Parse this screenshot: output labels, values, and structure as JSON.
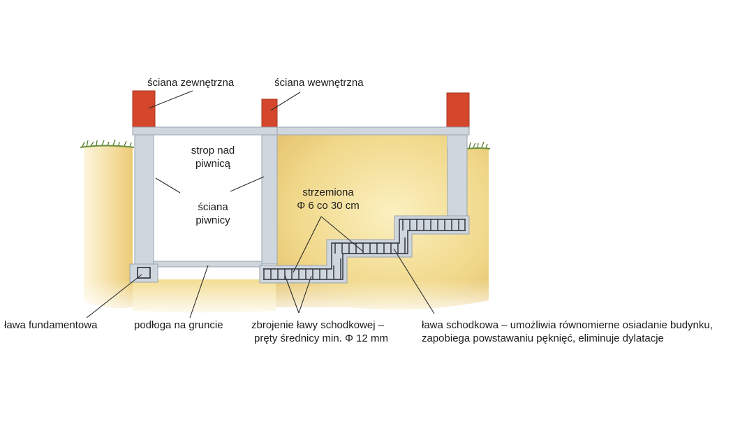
{
  "labels": {
    "wall_outer": "ściana zewnętrzna",
    "wall_inner": "ściana wewnętrzna",
    "ceiling_line1": "strop nad",
    "ceiling_line2": "piwnicą",
    "basement_wall_line1": "ściana",
    "basement_wall_line2": "piwnicy",
    "stirrups_line1": "strzemiona",
    "stirrups_line2": "Φ 6 co 30 cm",
    "footing": "ława fundamentowa",
    "floor": "podłoga na gruncie",
    "reinforcement_line1": "zbrojenie ławy schodkowej –",
    "reinforcement_line2": "pręty średnicy min. Φ 12 mm",
    "stepped_line1": "ława schodkowa – umożliwia równomierne osiadanie budynku,",
    "stepped_line2": "zapobiega powstawaniu pęknięć, eliminuje dylatacje"
  },
  "colors": {
    "brick": "#d4472c",
    "concrete": "#cfd6dd",
    "soil_light": "#f6e6a8",
    "soil_dark": "#e6c56a",
    "grass": "#4d7a2a",
    "rebar": "#2a2f36"
  }
}
